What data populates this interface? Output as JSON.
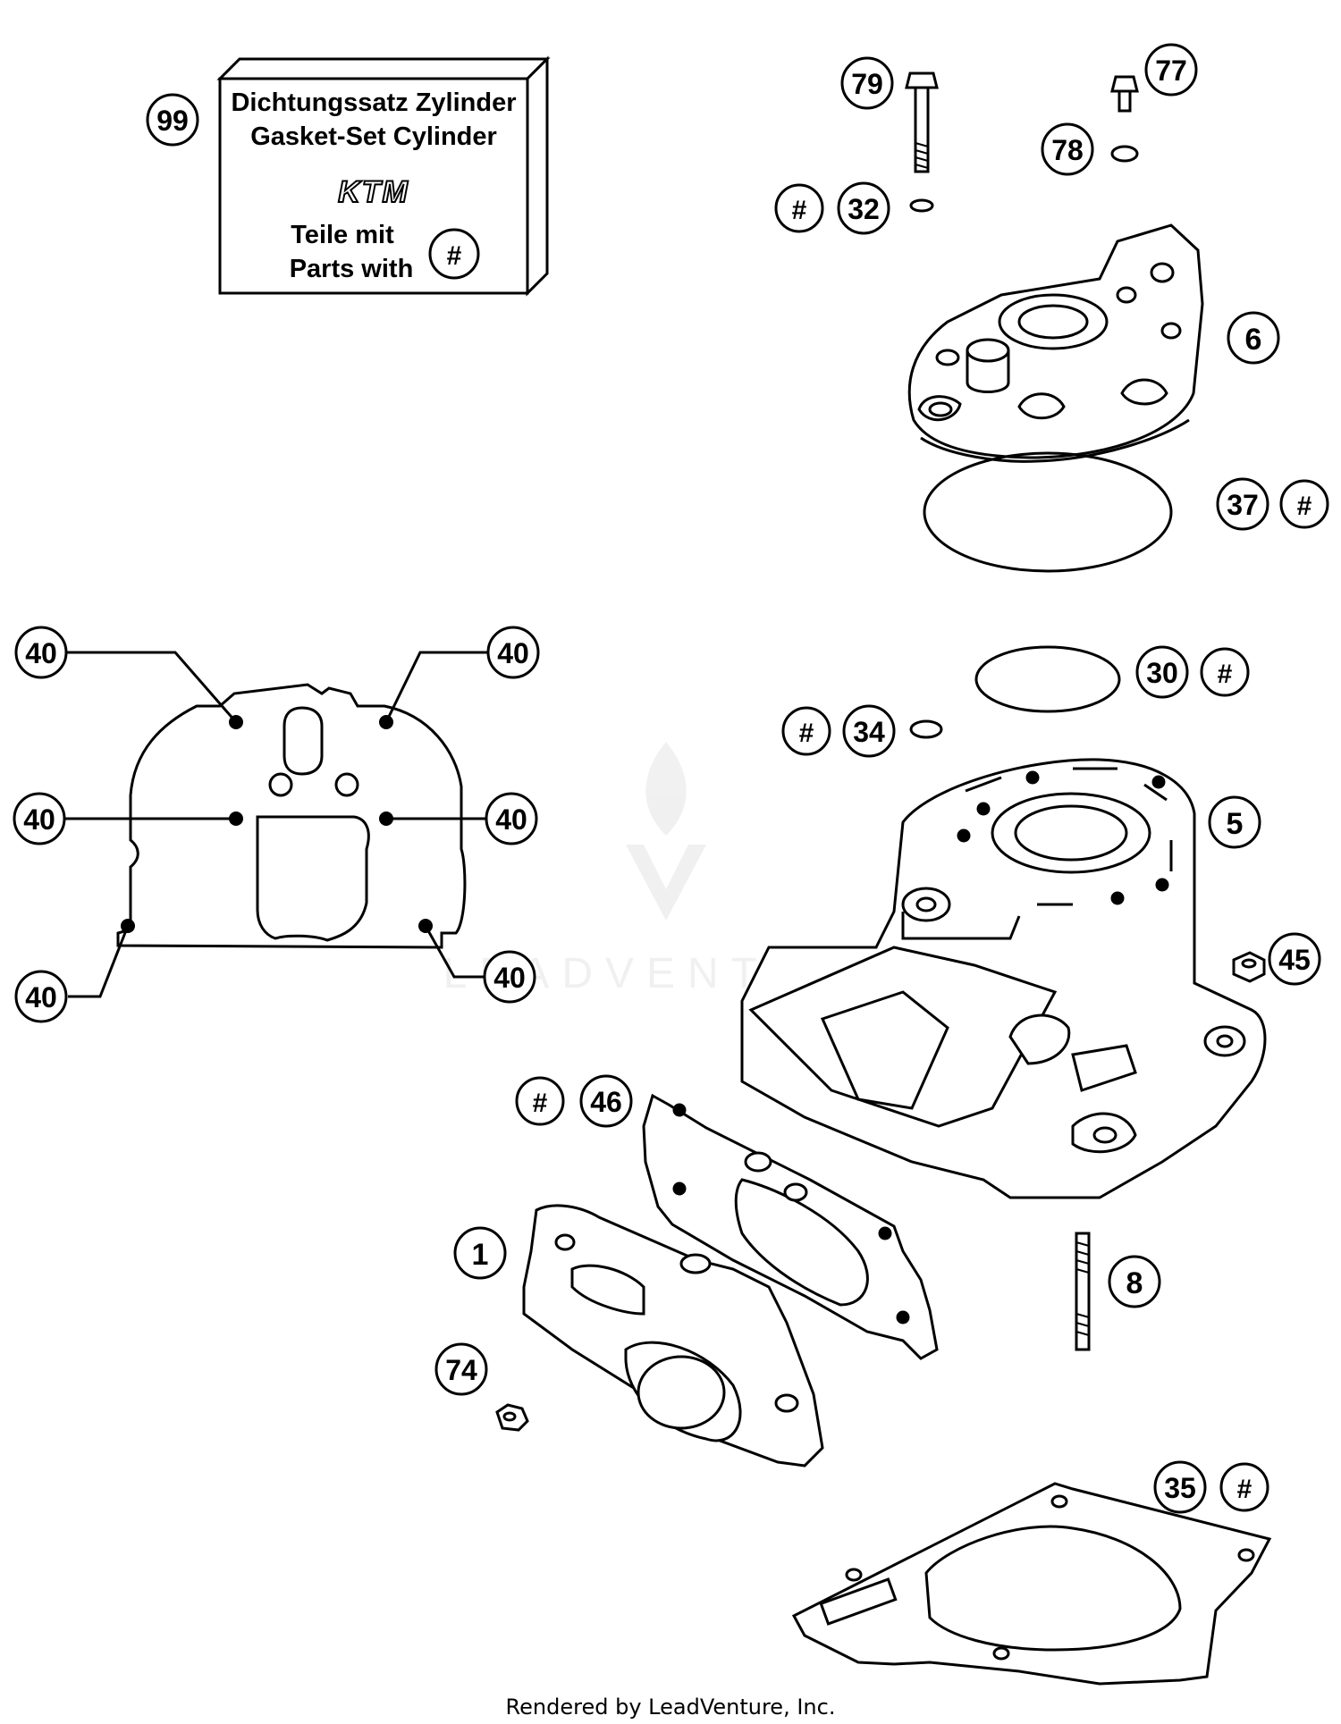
{
  "gasket_set_box": {
    "line1": "Dichtungssatz Zylinder",
    "line2": "Gasket-Set Cylinder",
    "logo": "KTM",
    "line3": "Teile mit",
    "line4": "Parts with",
    "symbol": "#",
    "part_number": "99"
  },
  "callouts": [
    {
      "id": "79",
      "label": "79"
    },
    {
      "id": "77",
      "label": "77"
    },
    {
      "id": "78",
      "label": "78"
    },
    {
      "id": "32",
      "label": "32",
      "kit": true
    },
    {
      "id": "6",
      "label": "6"
    },
    {
      "id": "37",
      "label": "37",
      "kit": true
    },
    {
      "id": "30",
      "label": "30",
      "kit": true
    },
    {
      "id": "34",
      "label": "34",
      "kit": true
    },
    {
      "id": "5",
      "label": "5"
    },
    {
      "id": "45",
      "label": "45"
    },
    {
      "id": "46",
      "label": "46",
      "kit": true
    },
    {
      "id": "1",
      "label": "1"
    },
    {
      "id": "8",
      "label": "8"
    },
    {
      "id": "74",
      "label": "74"
    },
    {
      "id": "35",
      "label": "35",
      "kit": true
    },
    {
      "id": "40a",
      "label": "40"
    },
    {
      "id": "40b",
      "label": "40"
    },
    {
      "id": "40c",
      "label": "40"
    },
    {
      "id": "40d",
      "label": "40"
    },
    {
      "id": "40e",
      "label": "40"
    },
    {
      "id": "40f",
      "label": "40"
    }
  ],
  "kit_symbol": "#",
  "watermark": "LEADVENTURE",
  "footer": "Rendered by LeadVenture, Inc."
}
